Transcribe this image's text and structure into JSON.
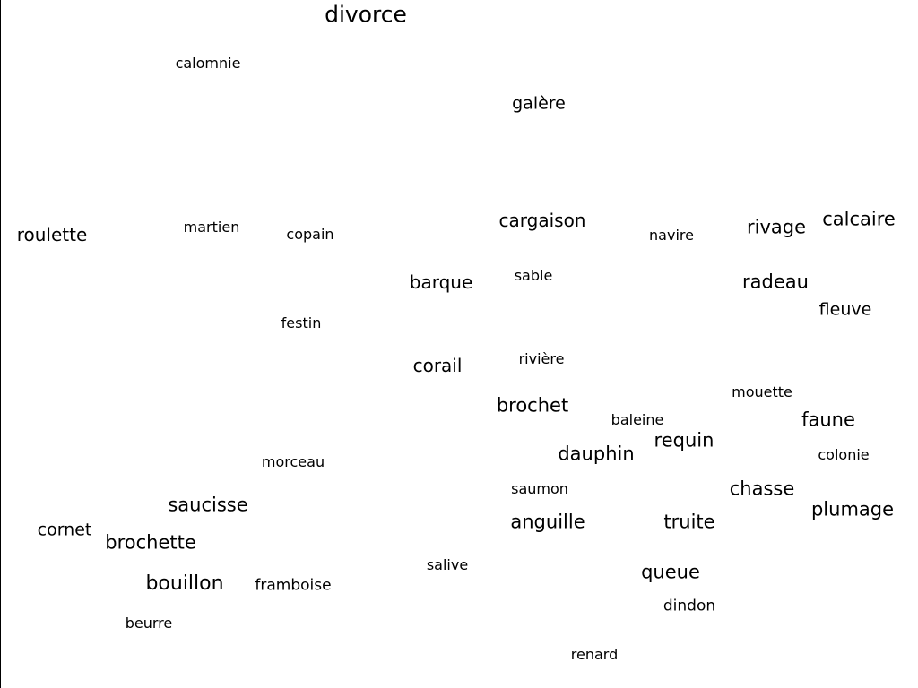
{
  "words": [
    "divorce",
    "calomnie",
    "galère",
    "roulette",
    "martien",
    "copain",
    "cargaison",
    "navire",
    "rivage",
    "calcaire",
    "barque",
    "sable",
    "radeau",
    "fleuve",
    "festin",
    "corail",
    "rivière",
    "brochet",
    "baleine",
    "mouette",
    "faune",
    "morceau",
    "dauphin",
    "requin",
    "colonie",
    "saucisse",
    "saumon",
    "chasse",
    "plumage",
    "cornet",
    "brochette",
    "anguille",
    "truite",
    "salive",
    "bouillon",
    "framboise",
    "queue",
    "dindon",
    "beurre",
    "renard"
  ]
}
